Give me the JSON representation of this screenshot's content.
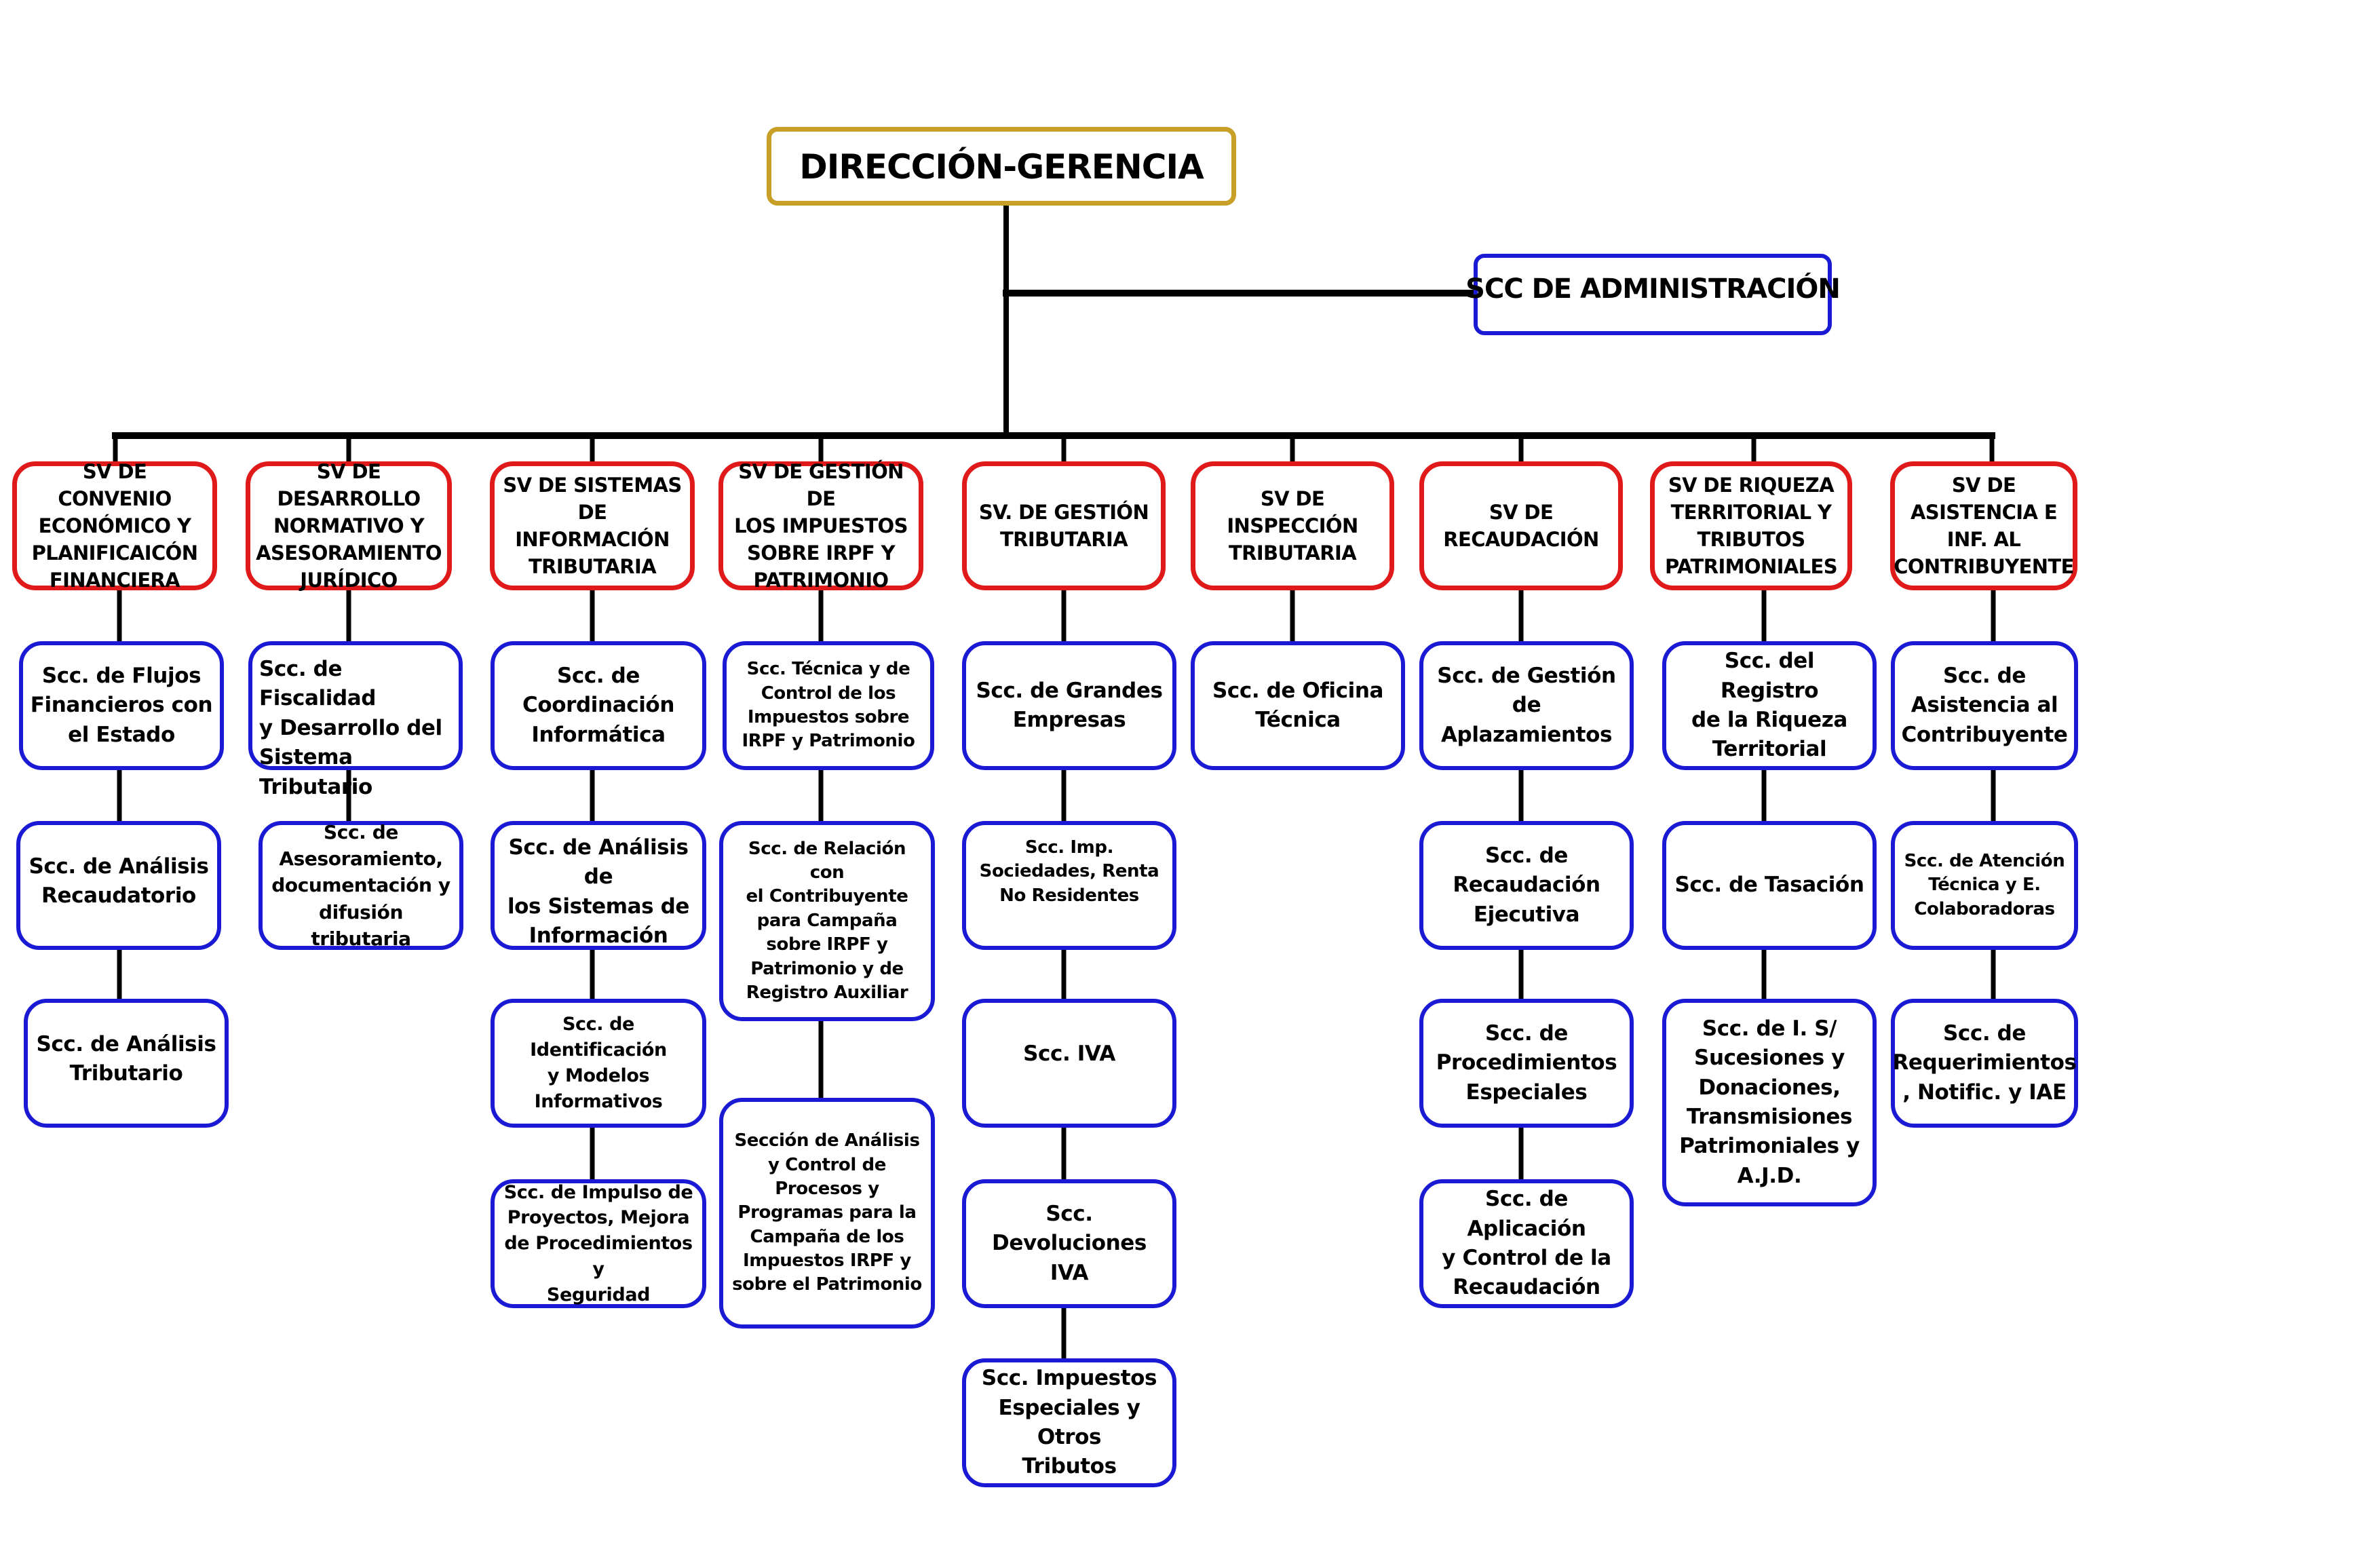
{
  "chart": {
    "root": {
      "label": "DIRECCIÓN-GERENCIA",
      "border_color": "#c8a028"
    },
    "staff": {
      "label": "SCC DE ADMINISTRACIÓN",
      "border_color": "#1a1ad4"
    },
    "colors": {
      "services_border": "#e01a1a",
      "sections_border": "#1a1ad4",
      "connector": "#000000"
    },
    "services": [
      {
        "label": "SV DE CONVENIO\nECONÓMICO Y\nPLANIFICAICÓN\nFINANCIERA",
        "sections": [
          "Scc. de Flujos\nFinancieros con\nel Estado",
          "Scc. de Análisis\nRecaudatorio",
          "Scc. de Análisis\nTributario"
        ]
      },
      {
        "label": "SV DE DESARROLLO\nNORMATIVO Y\nASESORAMIENTO\nJURÍDICO",
        "sections": [
          "Scc. de Fiscalidad\ny Desarrollo del\nSistema Tributario",
          "Scc. de\nAsesoramiento,\ndocumentación y\ndifusión tributaria"
        ]
      },
      {
        "label": "SV DE SISTEMAS DE\nINFORMACIÓN\nTRIBUTARIA",
        "sections": [
          "Scc. de\nCoordinación\nInformática",
          "Scc. de Análisis de\nlos Sistemas de\nInformación",
          "Scc. de Identificación\ny Modelos\nInformativos",
          "Scc. de Impulso de\nProyectos, Mejora\nde Procedimientos y\nSeguridad"
        ]
      },
      {
        "label": "SV DE GESTIÓN DE\nLOS IMPUESTOS\nSOBRE IRPF Y\nPATRIMONIO",
        "sections": [
          "Scc. Técnica y de\nControl de los\nImpuestos sobre\nIRPF y Patrimonio",
          "Scc. de Relación con\nel Contribuyente\npara Campaña\nsobre IRPF y\nPatrimonio y de\nRegistro Auxiliar",
          "Sección de Análisis\ny Control de\nProcesos y\nProgramas para la\nCampaña de los\nImpuestos IRPF y\nsobre el Patrimonio"
        ]
      },
      {
        "label": "SV. DE GESTIÓN\nTRIBUTARIA",
        "sections": [
          "Scc. de Grandes\nEmpresas",
          "Scc. Imp.\nSociedades, Renta\nNo Residentes",
          "Scc. IVA",
          "Scc. Devoluciones\nIVA",
          "Scc. Impuestos\nEspeciales y Otros\nTributos"
        ]
      },
      {
        "label": "SV DE INSPECCIÓN\nTRIBUTARIA",
        "sections": [
          "Scc. de Oficina\nTécnica"
        ]
      },
      {
        "label": "SV DE\nRECAUDACIÓN",
        "sections": [
          "Scc. de Gestión de\nAplazamientos",
          "Scc. de\nRecaudación\nEjecutiva",
          "Scc. de\nProcedimientos\nEspeciales",
          "Scc. de Aplicación\ny Control de la\nRecaudación"
        ]
      },
      {
        "label": "SV DE RIQUEZA\nTERRITORIAL Y\nTRIBUTOS\nPATRIMONIALES",
        "sections": [
          "Scc. del Registro\nde la Riqueza\nTerritorial",
          "Scc. de Tasación",
          "Scc. de I. S/\nSucesiones y\nDonaciones,\nTransmisiones\nPatrimoniales y\nA.J.D."
        ]
      },
      {
        "label": "SV DE\nASISTENCIA E\nINF. AL\nCONTRIBUYENTE",
        "sections": [
          "Scc. de\nAsistencia al\nContribuyente",
          "Scc. de Atención\nTécnica y E.\nColaboradoras",
          "Scc. de\nRequerimientos\n, Notific. y IAE"
        ]
      }
    ]
  }
}
